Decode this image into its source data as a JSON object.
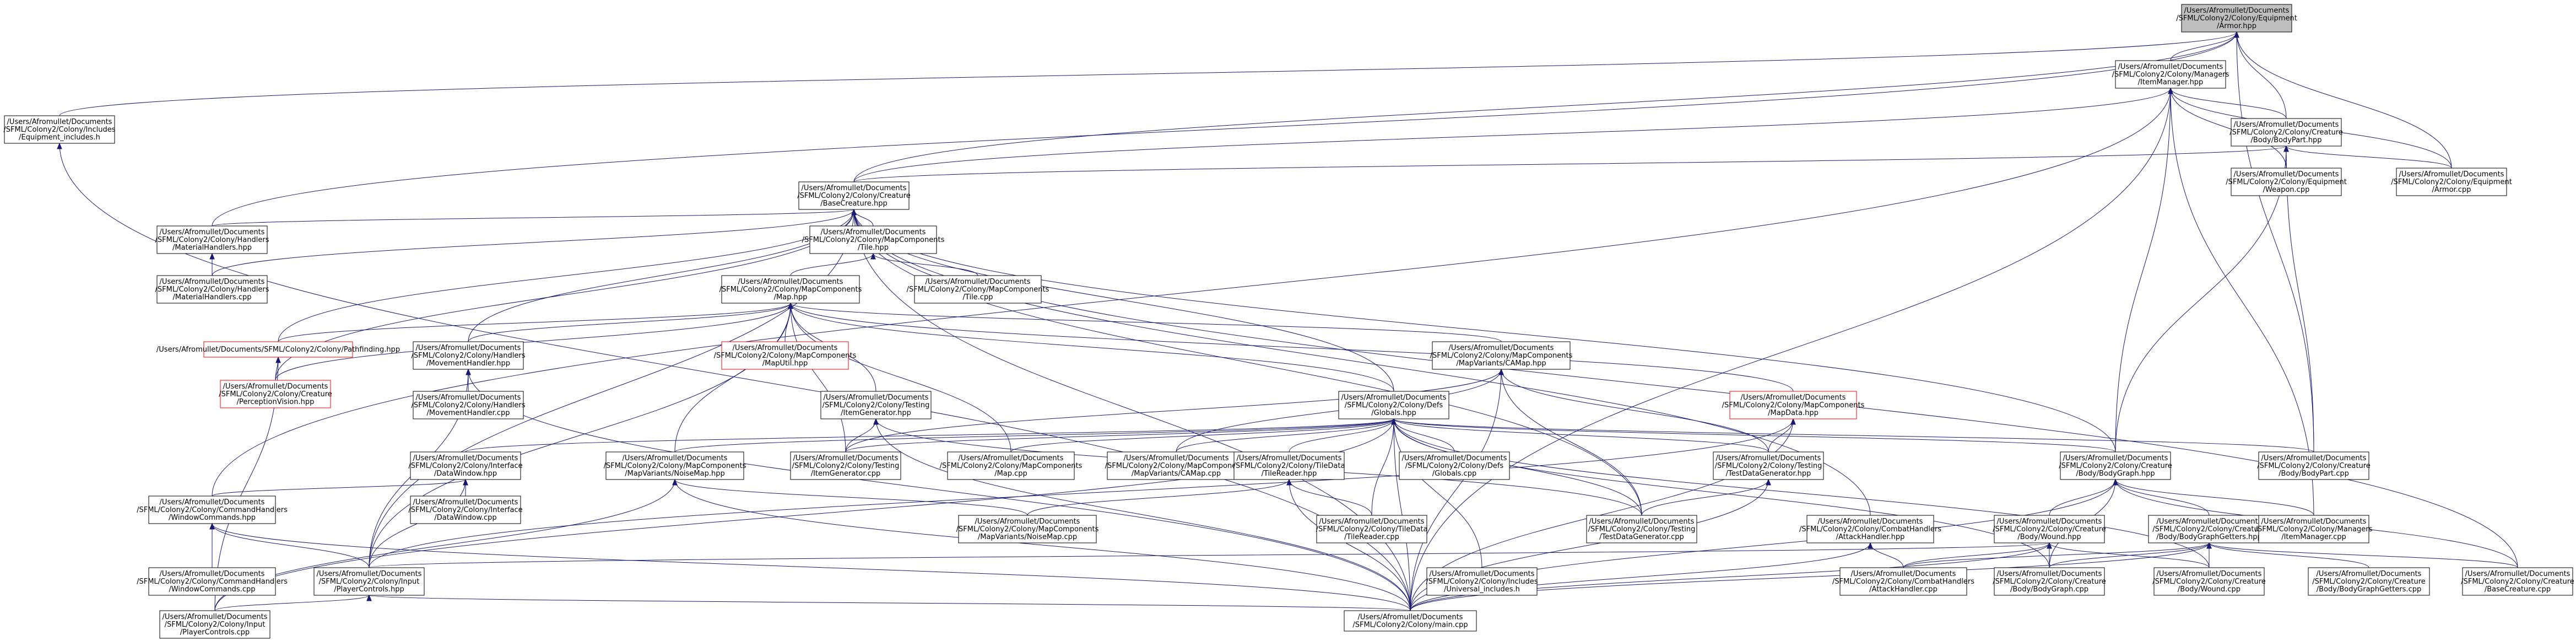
{
  "graph": {
    "edge_color": "#191970",
    "root_fill": "#bfbfbf",
    "missing_node_border": "#ff0000",
    "nodes": [
      {
        "id": "armor_hpp",
        "lines": [
          "/Users/Afromullet/Documents",
          "/SFML/Colony2/Colony/Equipment",
          "/Armor.hpp"
        ],
        "root": true
      },
      {
        "id": "equipment_includes",
        "lines": [
          "/Users/Afromullet/Documents",
          "/SFML/Colony2/Colony/Includes",
          "/Equipment_includes.h"
        ]
      },
      {
        "id": "itemmanager_hpp",
        "lines": [
          "/Users/Afromullet/Documents",
          "/SFML/Colony2/Colony/Managers",
          "/ItemManager.hpp"
        ]
      },
      {
        "id": "bodypart_hpp",
        "lines": [
          "/Users/Afromullet/Documents",
          "/SFML/Colony2/Colony/Creature",
          "/Body/BodyPart.hpp"
        ]
      },
      {
        "id": "weapon_cpp",
        "lines": [
          "/Users/Afromullet/Documents",
          "/SFML/Colony2/Colony/Equipment",
          "/Weapon.cpp"
        ]
      },
      {
        "id": "armor_cpp",
        "lines": [
          "/Users/Afromullet/Documents",
          "/SFML/Colony2/Colony/Equipment",
          "/Armor.cpp"
        ]
      },
      {
        "id": "basecreature_hpp",
        "lines": [
          "/Users/Afromullet/Documents",
          "/SFML/Colony2/Colony/Creature",
          "/BaseCreature.hpp"
        ]
      },
      {
        "id": "materialhandlers_hpp",
        "lines": [
          "/Users/Afromullet/Documents",
          "/SFML/Colony2/Colony/Handlers",
          "/MaterialHandlers.hpp"
        ]
      },
      {
        "id": "materialhandlers_cpp",
        "lines": [
          "/Users/Afromullet/Documents",
          "/SFML/Colony2/Colony/Handlers",
          "/MaterialHandlers.cpp"
        ]
      },
      {
        "id": "tile_hpp",
        "lines": [
          "/Users/Afromullet/Documents",
          "/SFML/Colony2/Colony/MapComponents",
          "/Tile.hpp"
        ]
      },
      {
        "id": "tile_cpp",
        "lines": [
          "/Users/Afromullet/Documents",
          "/SFML/Colony2/Colony/MapComponents",
          "/Tile.cpp"
        ]
      },
      {
        "id": "map_hpp",
        "lines": [
          "/Users/Afromullet/Documents",
          "/SFML/Colony2/Colony/MapComponents",
          "/Map.hpp"
        ]
      },
      {
        "id": "pathfinding_hpp",
        "lines": [
          "/Users/Afromullet/Documents/SFML/Colony2/Colony/Pathfinding.hpp"
        ],
        "red": true
      },
      {
        "id": "perceptionvision_hpp",
        "lines": [
          "/Users/Afromullet/Documents",
          "/SFML/Colony2/Colony/Creature",
          "/PerceptionVision.hpp"
        ],
        "red": true
      },
      {
        "id": "movementhandler_hpp",
        "lines": [
          "/Users/Afromullet/Documents",
          "/SFML/Colony2/Colony/Handlers",
          "/MovementHandler.hpp"
        ]
      },
      {
        "id": "movementhandler_cpp",
        "lines": [
          "/Users/Afromullet/Documents",
          "/SFML/Colony2/Colony/Handlers",
          "/MovementHandler.cpp"
        ]
      },
      {
        "id": "maputil_hpp",
        "lines": [
          "/Users/Afromullet/Documents",
          "/SFML/Colony2/Colony/MapComponents",
          "/MapUtil.hpp"
        ],
        "red": true
      },
      {
        "id": "camap_hpp",
        "lines": [
          "/Users/Afromullet/Documents",
          "/SFML/Colony2/Colony/MapComponents",
          "/MapVariants/CAMap.hpp"
        ]
      },
      {
        "id": "mapdata_hpp",
        "lines": [
          "/Users/Afromullet/Documents",
          "/SFML/Colony2/Colony/MapComponents",
          "/MapData.hpp"
        ],
        "red": true
      },
      {
        "id": "itemgenerator_hpp",
        "lines": [
          "/Users/Afromullet/Documents",
          "/SFML/Colony2/Colony/Testing",
          "/ItemGenerator.hpp"
        ]
      },
      {
        "id": "globals_hpp",
        "lines": [
          "/Users/Afromullet/Documents",
          "/SFML/Colony2/Colony/Defs",
          "/Globals.hpp"
        ]
      },
      {
        "id": "datawindow_hpp",
        "lines": [
          "/Users/Afromullet/Documents",
          "/SFML/Colony2/Colony/Interface",
          "/DataWindow.hpp"
        ]
      },
      {
        "id": "noisemap_hpp",
        "lines": [
          "/Users/Afromullet/Documents",
          "/SFML/Colony2/Colony/MapComponents",
          "/MapVariants/NoiseMap.hpp"
        ]
      },
      {
        "id": "itemgenerator_cpp",
        "lines": [
          "/Users/Afromullet/Documents",
          "/SFML/Colony2/Colony/Testing",
          "/ItemGenerator.cpp"
        ]
      },
      {
        "id": "map_cpp",
        "lines": [
          "/Users/Afromullet/Documents",
          "/SFML/Colony2/Colony/MapComponents",
          "/Map.cpp"
        ]
      },
      {
        "id": "camap_cpp",
        "lines": [
          "/Users/Afromullet/Documents",
          "/SFML/Colony2/Colony/MapComponents",
          "/MapVariants/CAMap.cpp"
        ]
      },
      {
        "id": "tilereader_hpp",
        "lines": [
          "/Users/Afromullet/Documents",
          "/SFML/Colony2/Colony/TileData",
          "/TileReader.hpp"
        ]
      },
      {
        "id": "globals_cpp",
        "lines": [
          "/Users/Afromullet/Documents",
          "/SFML/Colony2/Colony/Defs",
          "/Globals.cpp"
        ]
      },
      {
        "id": "testdatagenerator_hpp",
        "lines": [
          "/Users/Afromullet/Documents",
          "/SFML/Colony2/Colony/Testing",
          "/TestDataGenerator.hpp"
        ]
      },
      {
        "id": "bodygraph_hpp",
        "lines": [
          "/Users/Afromullet/Documents",
          "/SFML/Colony2/Colony/Creature",
          "/Body/BodyGraph.hpp"
        ]
      },
      {
        "id": "bodypart_cpp",
        "lines": [
          "/Users/Afromullet/Documents",
          "/SFML/Colony2/Colony/Creature",
          "/Body/BodyPart.cpp"
        ]
      },
      {
        "id": "windowcommands_hpp",
        "lines": [
          "/Users/Afromullet/Documents",
          "/SFML/Colony2/Colony/CommandHandlers",
          "/WindowCommands.hpp"
        ]
      },
      {
        "id": "datawindow_cpp",
        "lines": [
          "/Users/Afromullet/Documents",
          "/SFML/Colony2/Colony/Interface",
          "/DataWindow.cpp"
        ]
      },
      {
        "id": "noisemap_cpp",
        "lines": [
          "/Users/Afromullet/Documents",
          "/SFML/Colony2/Colony/MapComponents",
          "/MapVariants/NoiseMap.cpp"
        ]
      },
      {
        "id": "tilereader_cpp",
        "lines": [
          "/Users/Afromullet/Documents",
          "/SFML/Colony2/Colony/TileData",
          "/TileReader.cpp"
        ]
      },
      {
        "id": "testdatagenerator_cpp",
        "lines": [
          "/Users/Afromullet/Documents",
          "/SFML/Colony2/Colony/Testing",
          "/TestDataGenerator.cpp"
        ]
      },
      {
        "id": "attackhandler_hpp",
        "lines": [
          "/Users/Afromullet/Documents",
          "/SFML/Colony2/Colony/CombatHandlers",
          "/AttackHandler.hpp"
        ]
      },
      {
        "id": "wound_hpp",
        "lines": [
          "/Users/Afromullet/Documents",
          "/SFML/Colony2/Colony/Creature",
          "/Body/Wound.hpp"
        ]
      },
      {
        "id": "bodygraphgetters_hpp",
        "lines": [
          "/Users/Afromullet/Documents",
          "/SFML/Colony2/Colony/Creature",
          "/Body/BodyGraphGetters.hpp"
        ]
      },
      {
        "id": "itemmanager_cpp",
        "lines": [
          "/Users/Afromullet/Documents",
          "/SFML/Colony2/Colony/Managers",
          "/ItemManager.cpp"
        ]
      },
      {
        "id": "windowcommands_cpp",
        "lines": [
          "/Users/Afromullet/Documents",
          "/SFML/Colony2/Colony/CommandHandlers",
          "/WindowCommands.cpp"
        ]
      },
      {
        "id": "playercontrols_hpp",
        "lines": [
          "/Users/Afromullet/Documents",
          "/SFML/Colony2/Colony/Input",
          "/PlayerControls.hpp"
        ]
      },
      {
        "id": "universal_includes",
        "lines": [
          "/Users/Afromullet/Documents",
          "/SFML/Colony2/Colony/Includes",
          "/Universal_includes.h"
        ]
      },
      {
        "id": "attackhandler_cpp",
        "lines": [
          "/Users/Afromullet/Documents",
          "/SFML/Colony2/Colony/CombatHandlers",
          "/AttackHandler.cpp"
        ]
      },
      {
        "id": "bodygraph_cpp",
        "lines": [
          "/Users/Afromullet/Documents",
          "/SFML/Colony2/Colony/Creature",
          "/Body/BodyGraph.cpp"
        ]
      },
      {
        "id": "wound_cpp",
        "lines": [
          "/Users/Afromullet/Documents",
          "/SFML/Colony2/Colony/Creature",
          "/Body/Wound.cpp"
        ]
      },
      {
        "id": "bodygraphgetters_cpp",
        "lines": [
          "/Users/Afromullet/Documents",
          "/SFML/Colony2/Colony/Creature",
          "/Body/BodyGraphGetters.cpp"
        ]
      },
      {
        "id": "basecreature_cpp",
        "lines": [
          "/Users/Afromullet/Documents",
          "/SFML/Colony2/Colony/Creature",
          "/BaseCreature.cpp"
        ]
      },
      {
        "id": "playercontrols_cpp",
        "lines": [
          "/Users/Afromullet/Documents",
          "/SFML/Colony2/Colony/Input",
          "/PlayerControls.cpp"
        ]
      },
      {
        "id": "main_cpp",
        "lines": [
          "/Users/Afromullet/Documents",
          "/SFML/Colony2/Colony/main.cpp"
        ]
      }
    ],
    "edges": [
      [
        "armor_hpp",
        "equipment_includes"
      ],
      [
        "armor_hpp",
        "itemmanager_hpp"
      ],
      [
        "armor_hpp",
        "bodypart_hpp"
      ],
      [
        "armor_hpp",
        "armor_cpp"
      ],
      [
        "armor_hpp",
        "basecreature_hpp"
      ],
      [
        "armor_hpp",
        "materialhandlers_hpp"
      ],
      [
        "armor_hpp",
        "bodypart_cpp"
      ],
      [
        "equipment_includes",
        "main_cpp"
      ],
      [
        "itemmanager_hpp",
        "bodypart_hpp"
      ],
      [
        "itemmanager_hpp",
        "weapon_cpp"
      ],
      [
        "itemmanager_hpp",
        "armor_cpp"
      ],
      [
        "itemmanager_hpp",
        "basecreature_hpp"
      ],
      [
        "itemmanager_hpp",
        "bodygraph_hpp"
      ],
      [
        "itemmanager_hpp",
        "itemmanager_cpp"
      ],
      [
        "itemmanager_hpp",
        "windowcommands_hpp"
      ],
      [
        "itemmanager_hpp",
        "main_cpp"
      ],
      [
        "bodypart_hpp",
        "weapon_cpp"
      ],
      [
        "bodypart_hpp",
        "armor_cpp"
      ],
      [
        "bodypart_hpp",
        "basecreature_hpp"
      ],
      [
        "bodypart_hpp",
        "bodygraph_hpp"
      ],
      [
        "bodypart_hpp",
        "bodypart_cpp"
      ],
      [
        "basecreature_hpp",
        "materialhandlers_hpp"
      ],
      [
        "basecreature_hpp",
        "materialhandlers_cpp"
      ],
      [
        "basecreature_hpp",
        "tile_hpp"
      ],
      [
        "basecreature_hpp",
        "pathfinding_hpp"
      ],
      [
        "basecreature_hpp",
        "perceptionvision_hpp"
      ],
      [
        "basecreature_hpp",
        "movementhandler_hpp"
      ],
      [
        "basecreature_hpp",
        "globals_hpp"
      ],
      [
        "basecreature_hpp",
        "testdatagenerator_cpp"
      ],
      [
        "basecreature_hpp",
        "bodygraph_hpp"
      ],
      [
        "basecreature_hpp",
        "attackhandler_hpp"
      ],
      [
        "basecreature_hpp",
        "basecreature_cpp"
      ],
      [
        "basecreature_hpp",
        "playercontrols_hpp"
      ],
      [
        "basecreature_hpp",
        "main_cpp"
      ],
      [
        "materialhandlers_hpp",
        "materialhandlers_cpp"
      ],
      [
        "tile_hpp",
        "tile_cpp"
      ],
      [
        "tile_hpp",
        "map_hpp"
      ],
      [
        "map_hpp",
        "pathfinding_hpp"
      ],
      [
        "map_hpp",
        "perceptionvision_hpp"
      ],
      [
        "map_hpp",
        "movementhandler_hpp"
      ],
      [
        "map_hpp",
        "maputil_hpp"
      ],
      [
        "map_hpp",
        "camap_hpp"
      ],
      [
        "map_hpp",
        "mapdata_hpp"
      ],
      [
        "map_hpp",
        "itemgenerator_hpp"
      ],
      [
        "map_hpp",
        "globals_hpp"
      ],
      [
        "map_hpp",
        "noisemap_hpp"
      ],
      [
        "map_hpp",
        "map_cpp"
      ],
      [
        "map_hpp",
        "itemgenerator_cpp"
      ],
      [
        "map_hpp",
        "playercontrols_hpp"
      ],
      [
        "pathfinding_hpp",
        "perceptionvision_hpp"
      ],
      [
        "pathfinding_hpp",
        "playercontrols_cpp"
      ],
      [
        "movementhandler_hpp",
        "movementhandler_cpp"
      ],
      [
        "movementhandler_hpp",
        "playercontrols_hpp"
      ],
      [
        "movementhandler_hpp",
        "main_cpp"
      ],
      [
        "camap_hpp",
        "camap_cpp"
      ],
      [
        "camap_hpp",
        "testdatagenerator_hpp"
      ],
      [
        "camap_hpp",
        "testdatagenerator_cpp"
      ],
      [
        "camap_hpp",
        "itemgenerator_cpp"
      ],
      [
        "camap_hpp",
        "main_cpp"
      ],
      [
        "mapdata_hpp",
        "testdatagenerator_hpp"
      ],
      [
        "mapdata_hpp",
        "main_cpp"
      ],
      [
        "mapdata_hpp",
        "playercontrols_hpp"
      ],
      [
        "itemgenerator_hpp",
        "itemgenerator_cpp"
      ],
      [
        "itemgenerator_hpp",
        "testdatagenerator_cpp"
      ],
      [
        "itemgenerator_hpp",
        "main_cpp"
      ],
      [
        "globals_hpp",
        "datawindow_hpp"
      ],
      [
        "globals_hpp",
        "noisemap_hpp"
      ],
      [
        "globals_hpp",
        "itemgenerator_cpp"
      ],
      [
        "globals_hpp",
        "map_cpp"
      ],
      [
        "globals_hpp",
        "camap_cpp"
      ],
      [
        "globals_hpp",
        "tilereader_hpp"
      ],
      [
        "globals_hpp",
        "globals_cpp"
      ],
      [
        "globals_hpp",
        "testdatagenerator_hpp"
      ],
      [
        "globals_hpp",
        "bodygraph_hpp"
      ],
      [
        "globals_hpp",
        "bodypart_cpp"
      ],
      [
        "globals_hpp",
        "tilereader_cpp"
      ],
      [
        "globals_hpp",
        "testdatagenerator_cpp"
      ],
      [
        "globals_hpp",
        "universal_includes"
      ],
      [
        "globals_hpp",
        "main_cpp"
      ],
      [
        "globals_hpp",
        "playercontrols_cpp"
      ],
      [
        "globals_hpp",
        "bodygraph_cpp"
      ],
      [
        "globals_hpp",
        "wound_cpp"
      ],
      [
        "datawindow_hpp",
        "windowcommands_hpp"
      ],
      [
        "datawindow_hpp",
        "datawindow_cpp"
      ],
      [
        "datawindow_hpp",
        "playercontrols_hpp"
      ],
      [
        "noisemap_hpp",
        "noisemap_cpp"
      ],
      [
        "noisemap_hpp",
        "main_cpp"
      ],
      [
        "noisemap_hpp",
        "playercontrols_cpp"
      ],
      [
        "tilereader_hpp",
        "tilereader_cpp"
      ],
      [
        "tilereader_hpp",
        "noisemap_cpp"
      ],
      [
        "tilereader_hpp",
        "main_cpp"
      ],
      [
        "testdatagenerator_hpp",
        "testdatagenerator_cpp"
      ],
      [
        "testdatagenerator_hpp",
        "main_cpp"
      ],
      [
        "bodygraph_hpp",
        "wound_hpp"
      ],
      [
        "bodygraph_hpp",
        "bodygraphgetters_hpp"
      ],
      [
        "bodygraph_hpp",
        "itemmanager_cpp"
      ],
      [
        "bodygraph_hpp",
        "bodygraph_cpp"
      ],
      [
        "bodygraph_hpp",
        "basecreature_cpp"
      ],
      [
        "bodygraph_hpp",
        "main_cpp"
      ],
      [
        "windowcommands_hpp",
        "windowcommands_cpp"
      ],
      [
        "windowcommands_hpp",
        "playercontrols_hpp"
      ],
      [
        "windowcommands_hpp",
        "main_cpp"
      ],
      [
        "attackhandler_hpp",
        "attackhandler_cpp"
      ],
      [
        "attackhandler_hpp",
        "main_cpp"
      ],
      [
        "wound_hpp",
        "attackhandler_cpp"
      ],
      [
        "wound_hpp",
        "bodygraph_cpp"
      ],
      [
        "wound_hpp",
        "wound_cpp"
      ],
      [
        "wound_hpp",
        "main_cpp"
      ],
      [
        "wound_hpp",
        "playercontrols_hpp"
      ],
      [
        "bodygraphgetters_hpp",
        "attackhandler_cpp"
      ],
      [
        "bodygraphgetters_hpp",
        "bodygraph_cpp"
      ],
      [
        "bodygraphgetters_hpp",
        "wound_cpp"
      ],
      [
        "bodygraphgetters_hpp",
        "bodygraphgetters_cpp"
      ],
      [
        "bodygraphgetters_hpp",
        "basecreature_cpp"
      ],
      [
        "bodygraphgetters_hpp",
        "main_cpp"
      ],
      [
        "playercontrols_hpp",
        "playercontrols_cpp"
      ],
      [
        "playercontrols_hpp",
        "main_cpp"
      ]
    ]
  }
}
